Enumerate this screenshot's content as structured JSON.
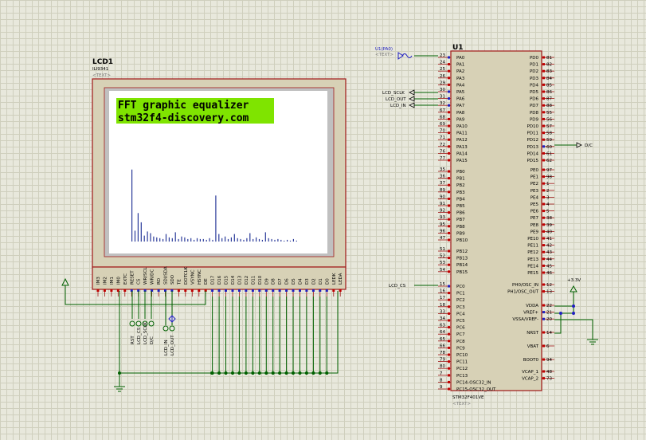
{
  "lcd": {
    "ref": "LCD1",
    "part": "ILI9341",
    "text_tag": "<TEXT>",
    "screen_line1": "FFT graphic equalizer",
    "screen_line2": "stm32f4-discovery.com",
    "bottom_pins": [
      "IM3",
      "IM2",
      "IM1",
      "IM0",
      "EXTC",
      "RESET",
      "CS",
      "WR/SCL",
      "WR/DC",
      "RD",
      "SDI/SDA",
      "SDO",
      "TE",
      "DOTCLK",
      "VSYNC",
      "HSYNC",
      "DE",
      "D17",
      "D16",
      "D15",
      "D14",
      "D13",
      "D12",
      "D11",
      "D10",
      "D9",
      "D8",
      "D7",
      "D6",
      "D5",
      "D4",
      "D3",
      "D2",
      "D1",
      "D0",
      "LEDK",
      "LEDA"
    ],
    "net_labels": [
      "RST",
      "LCD_CS",
      "LCD_SCLK",
      "D/C",
      "LCD_IN",
      "LCD_OUT"
    ],
    "spectrum": [
      0.86,
      0.13,
      0.34,
      0.23,
      0.07,
      0.12,
      0.1,
      0.06,
      0.05,
      0.04,
      0.03,
      0.09,
      0.05,
      0.04,
      0.11,
      0.03,
      0.06,
      0.05,
      0.03,
      0.04,
      0.02,
      0.04,
      0.03,
      0.03,
      0.02,
      0.04,
      0.02,
      0.55,
      0.09,
      0.04,
      0.06,
      0.03,
      0.05,
      0.09,
      0.04,
      0.03,
      0.02,
      0.04,
      0.1,
      0.03,
      0.05,
      0.03,
      0.02,
      0.11,
      0.04,
      0.03,
      0.02,
      0.03,
      0.02,
      0.01,
      0.02,
      0.01,
      0.03,
      0.01
    ]
  },
  "mcu": {
    "ref": "U1",
    "part": "STM32F401VE",
    "text_tag": "<TEXT>",
    "left_pins": [
      {
        "num": "23",
        "name": "PA0"
      },
      {
        "num": "24",
        "name": "PA1"
      },
      {
        "num": "25",
        "name": "PA2"
      },
      {
        "num": "26",
        "name": "PA3"
      },
      {
        "num": "29",
        "name": "PA4"
      },
      {
        "num": "30",
        "name": "PA5"
      },
      {
        "num": "31",
        "name": "PA6"
      },
      {
        "num": "32",
        "name": "PA7"
      },
      {
        "num": "67",
        "name": "PA8"
      },
      {
        "num": "68",
        "name": "PA9"
      },
      {
        "num": "69",
        "name": "PA10"
      },
      {
        "num": "70",
        "name": "PA11"
      },
      {
        "num": "71",
        "name": "PA12"
      },
      {
        "num": "72",
        "name": "PA13"
      },
      {
        "num": "76",
        "name": "PA14"
      },
      {
        "num": "77",
        "name": "PA15"
      },
      {
        "num": "35",
        "name": "PB0"
      },
      {
        "num": "36",
        "name": "PB1"
      },
      {
        "num": "37",
        "name": "PB2"
      },
      {
        "num": "89",
        "name": "PB3"
      },
      {
        "num": "90",
        "name": "PB4"
      },
      {
        "num": "91",
        "name": "PB5"
      },
      {
        "num": "92",
        "name": "PB6"
      },
      {
        "num": "93",
        "name": "PB7"
      },
      {
        "num": "95",
        "name": "PB8"
      },
      {
        "num": "96",
        "name": "PB9"
      },
      {
        "num": "47",
        "name": "PB10"
      },
      {
        "num": "51",
        "name": "PB12"
      },
      {
        "num": "52",
        "name": "PB13"
      },
      {
        "num": "53",
        "name": "PB14"
      },
      {
        "num": "54",
        "name": "PB15"
      },
      {
        "num": "15",
        "name": "PC0"
      },
      {
        "num": "16",
        "name": "PC1"
      },
      {
        "num": "17",
        "name": "PC2"
      },
      {
        "num": "18",
        "name": "PC3"
      },
      {
        "num": "33",
        "name": "PC4"
      },
      {
        "num": "34",
        "name": "PC5"
      },
      {
        "num": "63",
        "name": "PC6"
      },
      {
        "num": "64",
        "name": "PC7"
      },
      {
        "num": "65",
        "name": "PC8"
      },
      {
        "num": "66",
        "name": "PC9"
      },
      {
        "num": "78",
        "name": "PC10"
      },
      {
        "num": "79",
        "name": "PC11"
      },
      {
        "num": "80",
        "name": "PC12"
      },
      {
        "num": "7",
        "name": "PC13"
      },
      {
        "num": "8",
        "name": "PC14-OSC32_IN"
      },
      {
        "num": "9",
        "name": "PC15-OSC32_OUT"
      }
    ],
    "right_pins": [
      {
        "num": "81",
        "name": "PD0"
      },
      {
        "num": "82",
        "name": "PD1"
      },
      {
        "num": "83",
        "name": "PD2"
      },
      {
        "num": "84",
        "name": "PD3"
      },
      {
        "num": "85",
        "name": "PD4"
      },
      {
        "num": "86",
        "name": "PD5"
      },
      {
        "num": "87",
        "name": "PD6"
      },
      {
        "num": "88",
        "name": "PD7"
      },
      {
        "num": "55",
        "name": "PD8"
      },
      {
        "num": "56",
        "name": "PD9"
      },
      {
        "num": "57",
        "name": "PD10"
      },
      {
        "num": "58",
        "name": "PD11"
      },
      {
        "num": "59",
        "name": "PD12"
      },
      {
        "num": "60",
        "name": "PD13"
      },
      {
        "num": "61",
        "name": "PD14"
      },
      {
        "num": "62",
        "name": "PD15"
      },
      {
        "num": "97",
        "name": "PE0"
      },
      {
        "num": "98",
        "name": "PE1"
      },
      {
        "num": "1",
        "name": "PE2"
      },
      {
        "num": "2",
        "name": "PE3"
      },
      {
        "num": "3",
        "name": "PE4"
      },
      {
        "num": "4",
        "name": "PE5"
      },
      {
        "num": "5",
        "name": "PE6"
      },
      {
        "num": "38",
        "name": "PE7"
      },
      {
        "num": "39",
        "name": "PE8"
      },
      {
        "num": "40",
        "name": "PE9"
      },
      {
        "num": "41",
        "name": "PE10"
      },
      {
        "num": "42",
        "name": "PE11"
      },
      {
        "num": "43",
        "name": "PE12"
      },
      {
        "num": "44",
        "name": "PE13"
      },
      {
        "num": "45",
        "name": "PE14"
      },
      {
        "num": "46",
        "name": "PE15"
      },
      {
        "num": "12",
        "name": "PH0/OSC_IN"
      },
      {
        "num": "13",
        "name": "PH1/OSC_OUT"
      },
      {
        "num": "22",
        "name": "VDDA"
      },
      {
        "num": "21",
        "name": "VREF+"
      },
      {
        "num": "20",
        "name": "VSSA/VREF-"
      },
      {
        "num": "14",
        "name": "NRST"
      },
      {
        "num": "6",
        "name": "VBAT"
      },
      {
        "num": "94",
        "name": "BOOT0"
      },
      {
        "num": "48",
        "name": "VCAP_1"
      },
      {
        "num": "73",
        "name": "VCAP_2"
      }
    ],
    "net_labels_left": [
      "U1(PA0)",
      "<TEXT>",
      "LCD_SCLK",
      "LCD_OUT",
      "LCD_IN",
      "LCD_CS"
    ],
    "net_labels_right": [
      "D/C",
      "+3.3V"
    ]
  },
  "colors": {
    "wire": "#006000",
    "body": "#d7d1b6",
    "body_border": "#a01818",
    "pin_red": "#c00000",
    "pin_blue": "#2020c0",
    "screen_text_bg": "#7fe400"
  }
}
